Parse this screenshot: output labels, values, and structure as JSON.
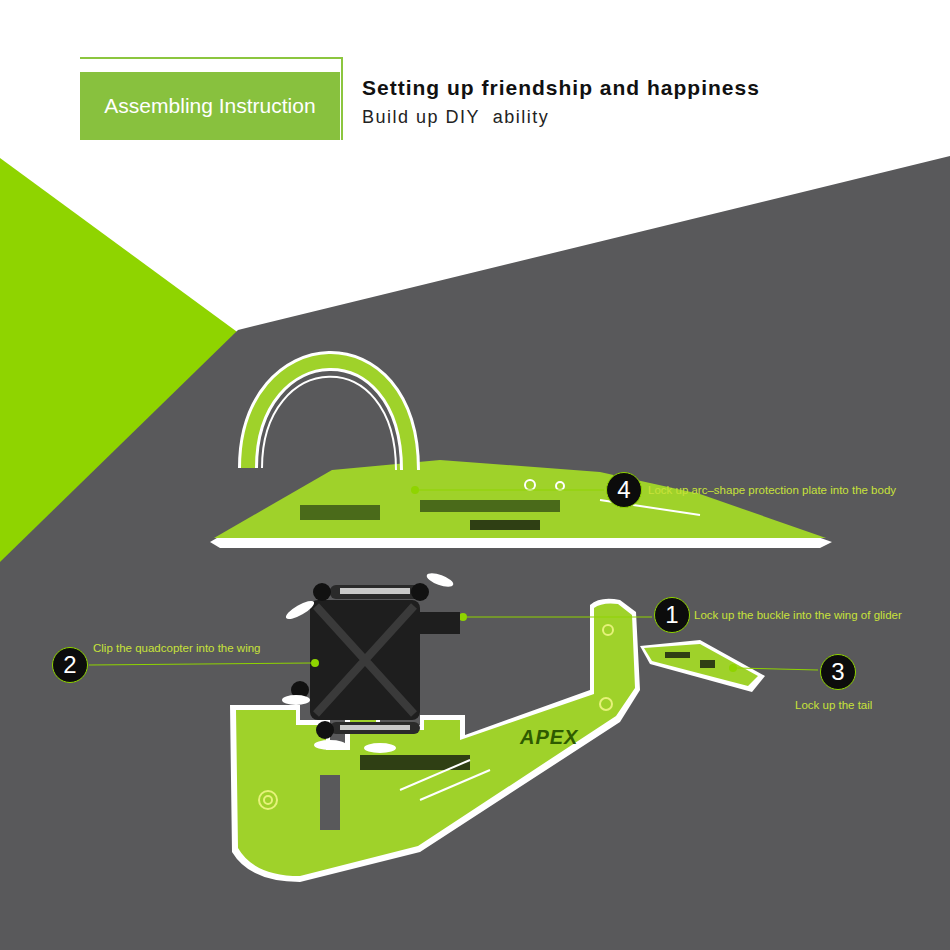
{
  "diagram": {
    "title": "Setting up friendship and happiness",
    "nodes": [
      {
        "text": [
          "Assembling Instruction"
        ]
      },
      {
        "text": [
          "4"
        ]
      },
      {
        "text": [
          "1"
        ]
      },
      {
        "text": [
          "2"
        ]
      },
      {
        "text": [
          "3"
        ]
      }
    ],
    "labels": [
      "Build up DIY  ability",
      "Lock up arc–shape protection plate into the body",
      "Lock up the buckle into the wing of glider",
      "Clip the quadcopter into the wing",
      "Lock up the tail",
      "APEX"
    ]
  }
}
